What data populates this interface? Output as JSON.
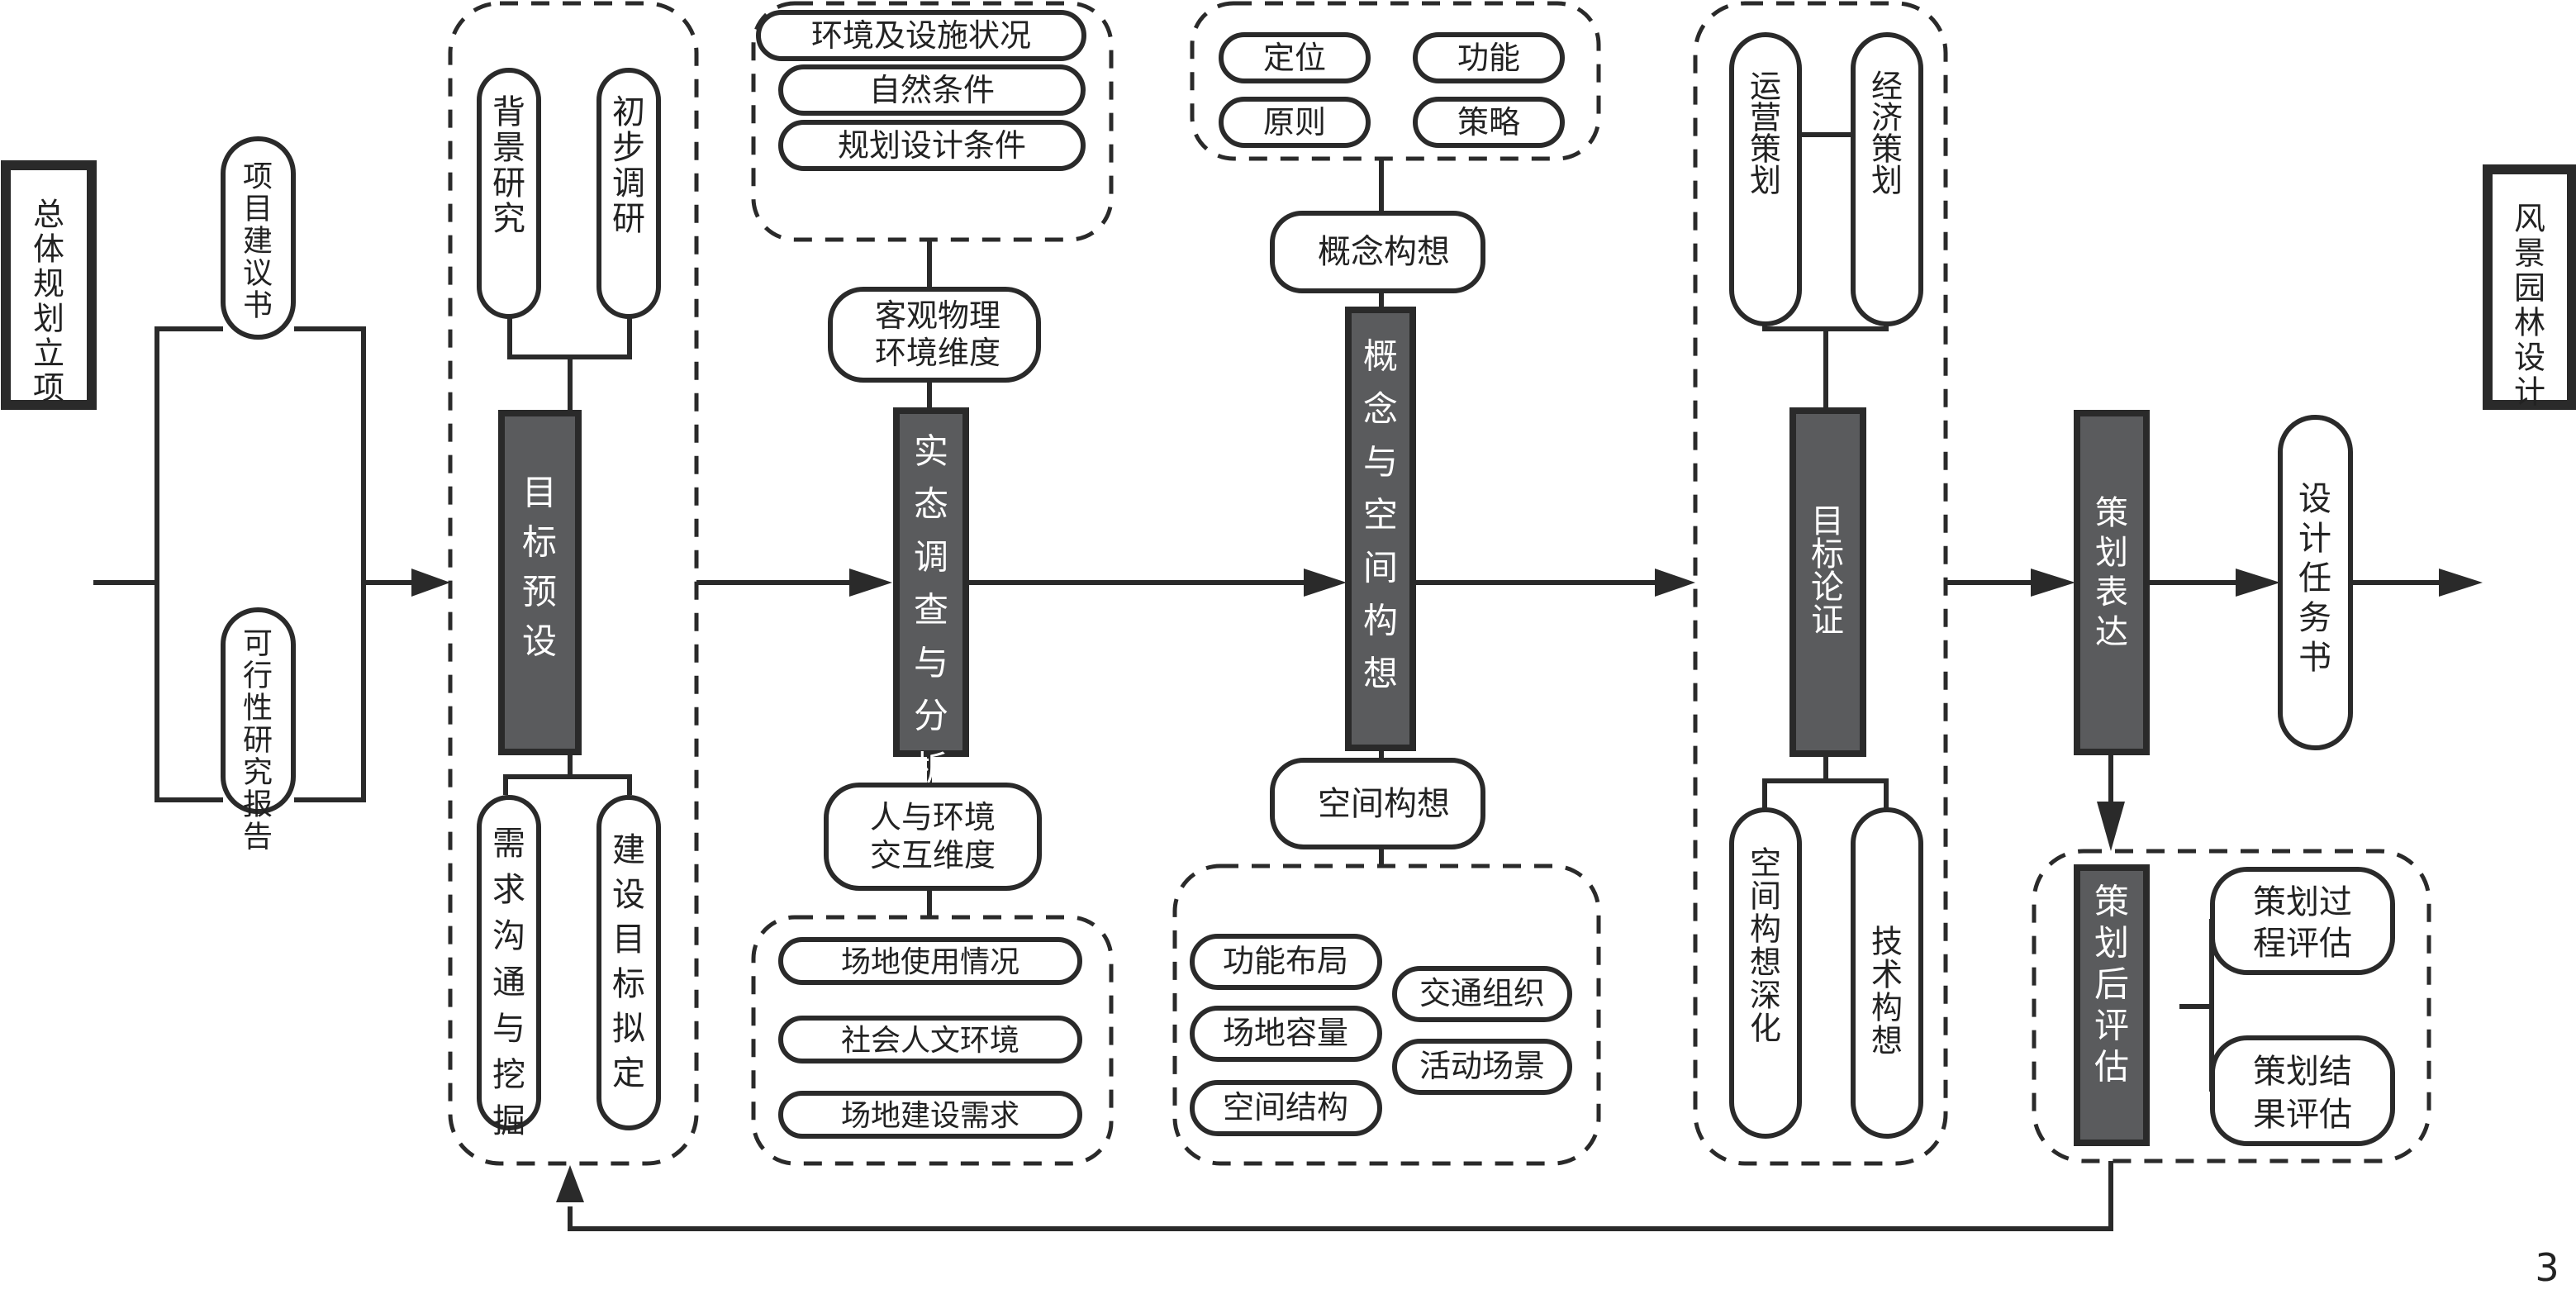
{
  "diagram": {
    "start_node": "总体规划立项",
    "end_node": "风景园林设计",
    "page_number": "3",
    "phase1_inputs": [
      "项目建议书",
      "可行性研究报告"
    ],
    "stage1": {
      "title": "目标预设",
      "top_items": [
        "背景研究",
        "初步调研"
      ],
      "bottom_items": [
        "需求沟通与挖掘",
        "建设目标拟定"
      ]
    },
    "stage2": {
      "title": "实态调查与分析",
      "top_dimension": "客观物理环境维度",
      "top_dimension_lines": [
        "客观物理",
        "环境维度"
      ],
      "top_items": [
        "环境及设施状况",
        "自然条件",
        "规划设计条件"
      ],
      "bottom_dimension": "人与环境交互维度",
      "bottom_dimension_lines": [
        "人与环境",
        "交互维度"
      ],
      "bottom_items": [
        "场地使用情况",
        "社会人文环境",
        "场地建设需求"
      ]
    },
    "stage3": {
      "title": "概念与空间构想",
      "top_node": "概念构想",
      "top_items": [
        "定位",
        "功能",
        "原则",
        "策略"
      ],
      "bottom_node": "空间构想",
      "bottom_items_left": [
        "功能布局",
        "场地容量",
        "空间结构"
      ],
      "bottom_items_right": [
        "交通组织",
        "活动场景"
      ]
    },
    "stage4": {
      "title": "目标论证",
      "top_items": [
        "运营策划",
        "经济策划"
      ],
      "bottom_items": [
        "空间构想深化",
        "技术构想"
      ]
    },
    "stage5": {
      "title": "策划表达",
      "output": "设计任务书"
    },
    "stage6": {
      "title": "策划后评估",
      "items": [
        "策划过程评估",
        "策划结果评估"
      ],
      "item_lines": [
        [
          "策划过",
          "程评估"
        ],
        [
          "策划结",
          "果评估"
        ]
      ]
    }
  }
}
